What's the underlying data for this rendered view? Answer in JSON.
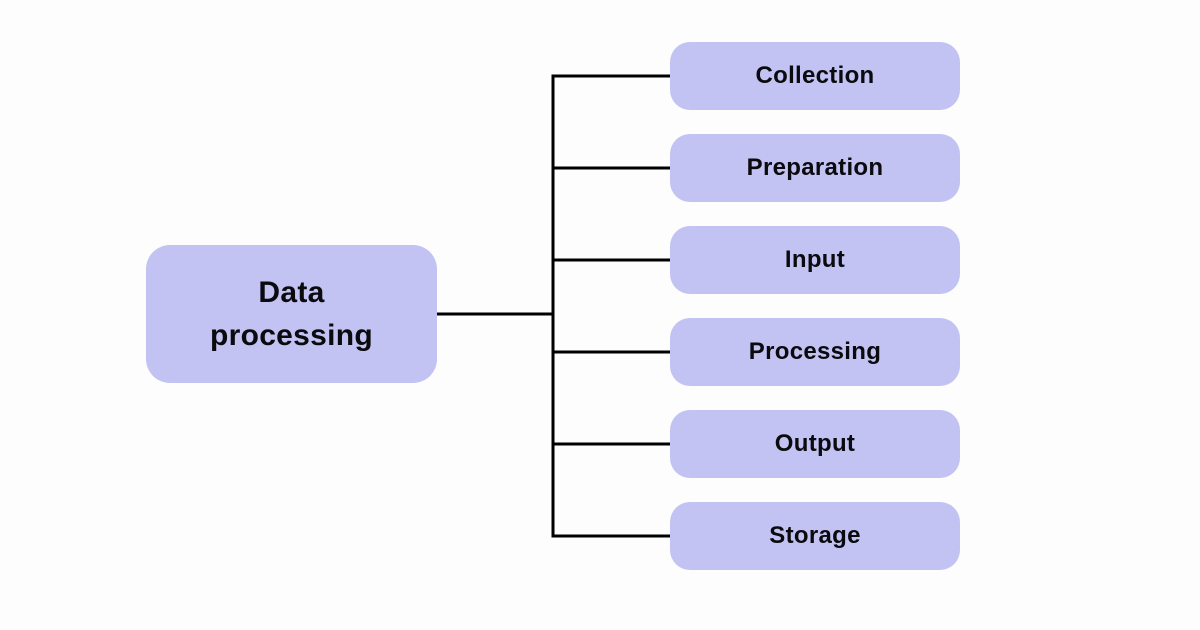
{
  "diagram": {
    "type": "tree",
    "root": {
      "label": "Data processing"
    },
    "children": [
      {
        "label": "Collection"
      },
      {
        "label": "Preparation"
      },
      {
        "label": "Input"
      },
      {
        "label": "Processing"
      },
      {
        "label": "Output"
      },
      {
        "label": "Storage"
      }
    ],
    "colors": {
      "node_fill": "#c2c3f2",
      "node_text": "#0a0a0f",
      "connector": "#000000",
      "background": "#fdfdfe"
    }
  }
}
